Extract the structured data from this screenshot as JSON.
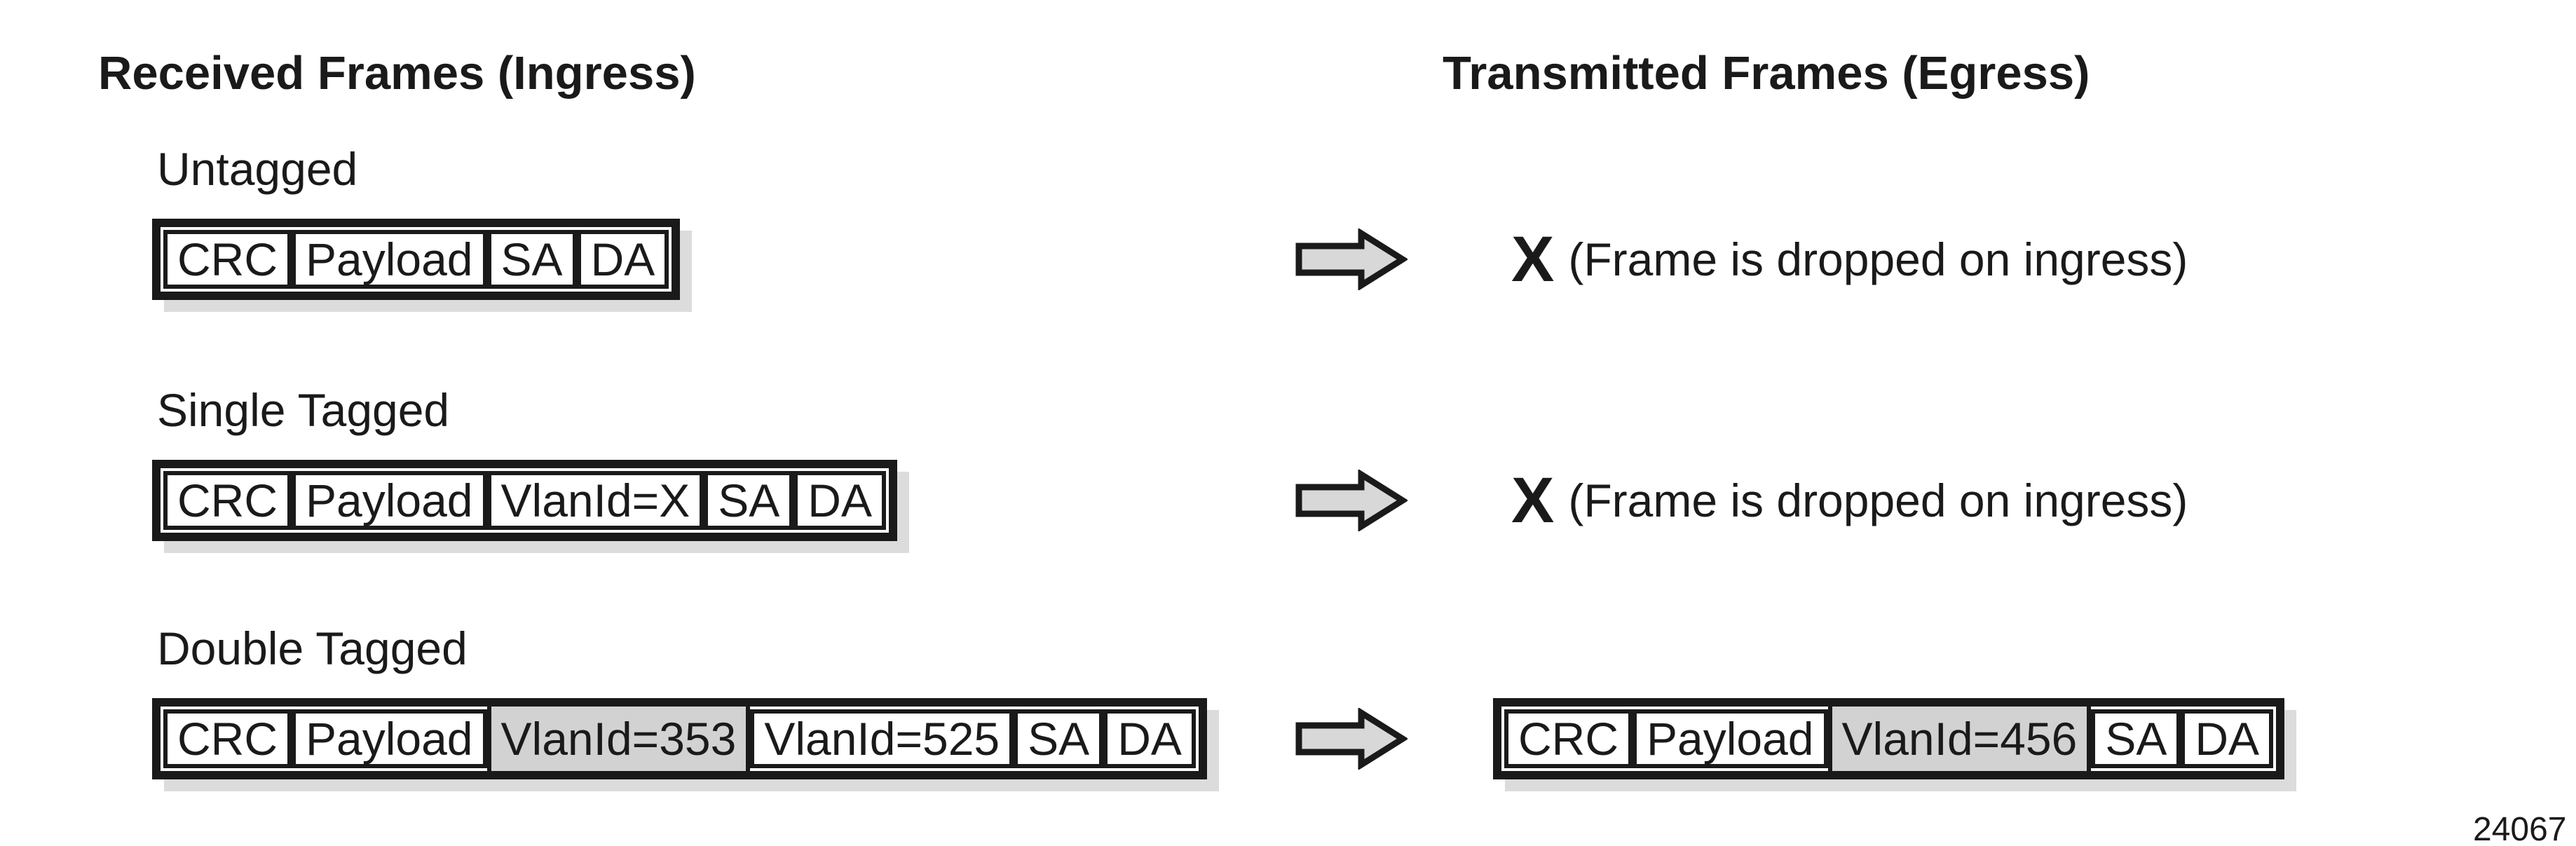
{
  "titles": {
    "ingress": "Received Frames (Ingress)",
    "egress": "Transmitted Frames (Egress)"
  },
  "figure_number": "24067",
  "colors": {
    "ink": "#1a1a1a",
    "cell_bg": "#ffffff",
    "tag_cell_bg": "#d2d2d2",
    "arrow_fill": "#d8d8d8",
    "frame_shadow": "#dcdcdc",
    "background": "#ffffff"
  },
  "icons": {
    "arrow": "right-block-arrow-icon"
  },
  "rows": [
    {
      "label": "Untagged",
      "ingress": {
        "cells": [
          {
            "text": "CRC",
            "shaded": false
          },
          {
            "text": "Payload",
            "shaded": false
          },
          {
            "text": "SA",
            "shaded": false
          },
          {
            "text": "DA",
            "shaded": false
          }
        ]
      },
      "egress": {
        "type": "dropped",
        "mark": "X",
        "note": "(Frame is dropped on ingress)"
      }
    },
    {
      "label": "Single Tagged",
      "ingress": {
        "cells": [
          {
            "text": "CRC",
            "shaded": false
          },
          {
            "text": "Payload",
            "shaded": false
          },
          {
            "text": "VlanId=X",
            "shaded": false
          },
          {
            "text": "SA",
            "shaded": false
          },
          {
            "text": "DA",
            "shaded": false
          }
        ]
      },
      "egress": {
        "type": "dropped",
        "mark": "X",
        "note": "(Frame is dropped on ingress)"
      }
    },
    {
      "label": "Double Tagged",
      "ingress": {
        "cells": [
          {
            "text": "CRC",
            "shaded": false
          },
          {
            "text": "Payload",
            "shaded": false
          },
          {
            "text": "VlanId=353",
            "shaded": true
          },
          {
            "text": "VlanId=525",
            "shaded": false
          },
          {
            "text": "SA",
            "shaded": false
          },
          {
            "text": "DA",
            "shaded": false
          }
        ]
      },
      "egress": {
        "type": "frame",
        "cells": [
          {
            "text": "CRC",
            "shaded": false
          },
          {
            "text": "Payload",
            "shaded": false
          },
          {
            "text": "VlanId=456",
            "shaded": true
          },
          {
            "text": "SA",
            "shaded": false
          },
          {
            "text": "DA",
            "shaded": false
          }
        ]
      }
    }
  ]
}
